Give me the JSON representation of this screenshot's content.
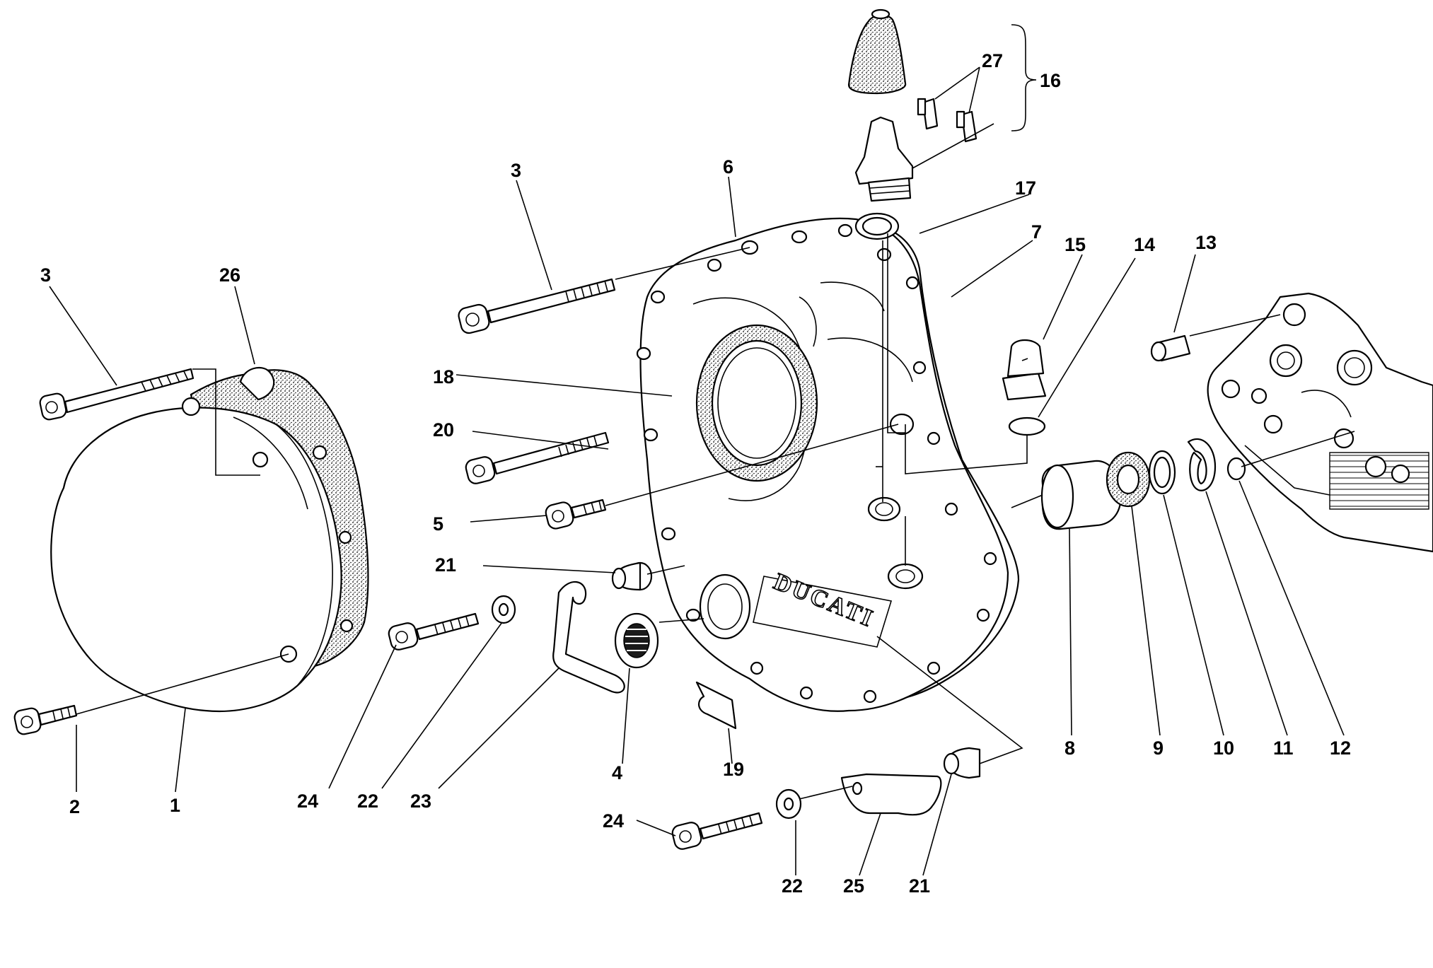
{
  "labels": {
    "c1": "1",
    "c2": "2",
    "c3a": "3",
    "c3b": "3",
    "c4": "4",
    "c5": "5",
    "c6": "6",
    "c7": "7",
    "c8": "8",
    "c9": "9",
    "c10": "10",
    "c11": "11",
    "c12": "12",
    "c13": "13",
    "c14": "14",
    "c15": "15",
    "c16": "16",
    "c17": "17",
    "c18": "18",
    "c19": "19",
    "c20": "20",
    "c21a": "21",
    "c21b": "21",
    "c22a": "22",
    "c22b": "22",
    "c23": "23",
    "c24a": "24",
    "c24b": "24",
    "c25": "25",
    "c26": "26",
    "c27": "27"
  },
  "logo_text": "DUCATI"
}
